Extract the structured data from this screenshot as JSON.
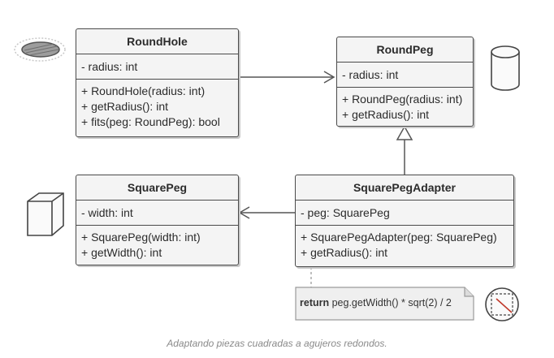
{
  "classes": {
    "round_hole": {
      "name": "RoundHole",
      "attributes": [
        "- radius: int"
      ],
      "methods": [
        "+ RoundHole(radius: int)",
        "+ getRadius(): int",
        "+ fits(peg: RoundPeg): bool"
      ]
    },
    "round_peg": {
      "name": "RoundPeg",
      "attributes": [
        "- radius: int"
      ],
      "methods": [
        "+ RoundPeg(radius: int)",
        "+ getRadius(): int"
      ]
    },
    "square_peg": {
      "name": "SquarePeg",
      "attributes": [
        "- width: int"
      ],
      "methods": [
        "+ SquarePeg(width: int)",
        "+ getWidth(): int"
      ]
    },
    "adapter": {
      "name": "SquarePegAdapter",
      "attributes": [
        "- peg: SquarePeg"
      ],
      "methods": [
        "+ SquarePegAdapter(peg: SquarePeg)",
        "+ getRadius(): int"
      ]
    }
  },
  "note": {
    "keyword": "return",
    "code": " peg.getWidth() * sqrt(2) / 2"
  },
  "caption": "Adaptando piezas cuadradas a agujeros redondos.",
  "icons": [
    "round-hole-icon",
    "cylinder-icon",
    "cube-icon",
    "square-in-circle-icon"
  ]
}
